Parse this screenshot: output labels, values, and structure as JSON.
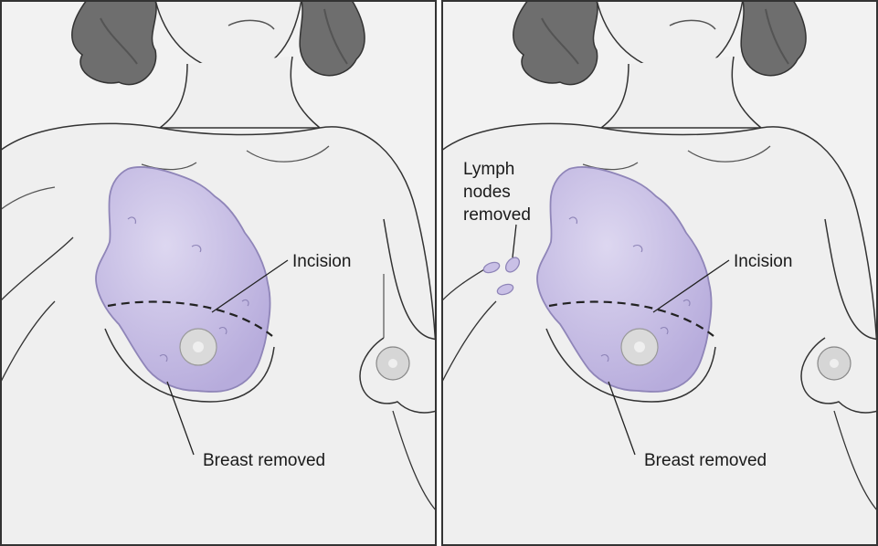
{
  "colors": {
    "background": "#f2f2f2",
    "skin": "#efefef",
    "outline": "#333333",
    "hair": "#6e6e6e",
    "hair_dark": "#545454",
    "tissue": "#c9c0e6",
    "tissue_light": "#ddd7f0",
    "tissue_outline": "#8f85b8",
    "areola": "#d6d6d6"
  },
  "panels": [
    {
      "labels": {
        "incision": "Incision",
        "breast_removed": "Breast removed"
      }
    },
    {
      "labels": {
        "lymph_nodes": [
          "Lymph",
          "nodes",
          "removed"
        ],
        "incision": "Incision",
        "breast_removed": "Breast removed"
      }
    }
  ]
}
